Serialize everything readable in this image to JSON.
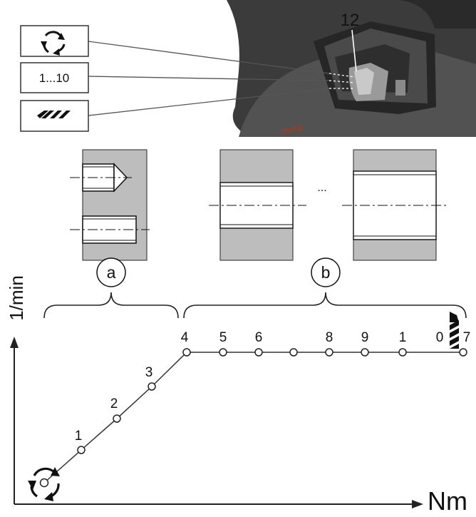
{
  "diagram": {
    "callout_number": "12",
    "mode_boxes": [
      {
        "label": "",
        "icon": "rotation-arrows-icon"
      },
      {
        "label": "1...10",
        "icon": ""
      },
      {
        "label": "",
        "icon": "drill-bit-icon"
      }
    ],
    "photo_text": "meta",
    "ellipsis": "...",
    "group_labels": [
      "a",
      "b"
    ],
    "y_axis_label": "1/min",
    "x_axis_label": "Nm",
    "point_labels": [
      "1",
      "2",
      "3",
      "4",
      "5",
      "6",
      "8",
      "9",
      "1",
      "0",
      "7"
    ]
  }
}
